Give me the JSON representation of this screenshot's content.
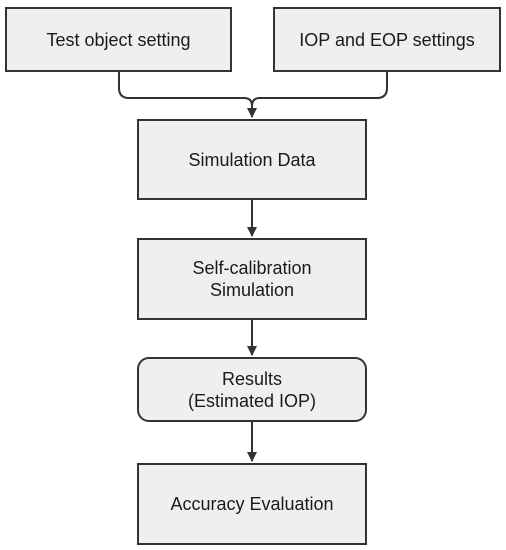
{
  "diagram": {
    "nodes": {
      "test_object": {
        "label": "Test object setting"
      },
      "iop_eop": {
        "label": "IOP and EOP settings"
      },
      "simulation_data": {
        "label": "Simulation Data"
      },
      "self_calibration": {
        "label": "Self-calibration\nSimulation"
      },
      "results": {
        "label": "Results\n(Estimated IOP)"
      },
      "accuracy": {
        "label": "Accuracy Evaluation"
      }
    },
    "edges": [
      {
        "from": "test_object",
        "to": "simulation_data"
      },
      {
        "from": "iop_eop",
        "to": "simulation_data"
      },
      {
        "from": "simulation_data",
        "to": "self_calibration"
      },
      {
        "from": "self_calibration",
        "to": "results"
      },
      {
        "from": "results",
        "to": "accuracy"
      }
    ],
    "colors": {
      "box_fill": "#efefef",
      "box_border": "#333333",
      "connector": "#333333"
    }
  }
}
